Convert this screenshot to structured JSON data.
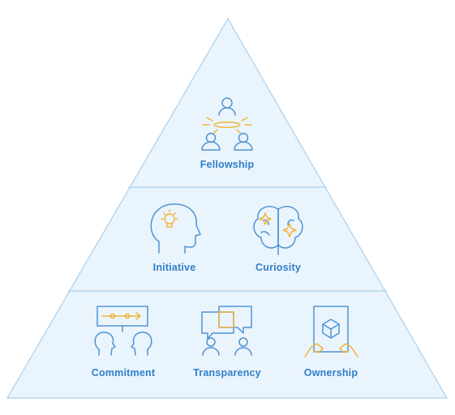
{
  "pyramid": {
    "top": {
      "label": "Fellowship",
      "icon": "people-gathering-icon"
    },
    "middle": [
      {
        "label": "Initiative",
        "icon": "head-lightbulb-icon"
      },
      {
        "label": "Curiosity",
        "icon": "brain-sparkle-icon"
      }
    ],
    "bottom": [
      {
        "label": "Commitment",
        "icon": "two-people-agreement-icon"
      },
      {
        "label": "Transparency",
        "icon": "people-chat-icon"
      },
      {
        "label": "Ownership",
        "icon": "hands-holding-box-icon"
      }
    ]
  },
  "colors": {
    "fill": "#eaf4fc",
    "outline": "#a9d0ee",
    "label": "#2f7fc9",
    "icon_blue": "#4f93d3",
    "icon_orange": "#f0b43a"
  }
}
